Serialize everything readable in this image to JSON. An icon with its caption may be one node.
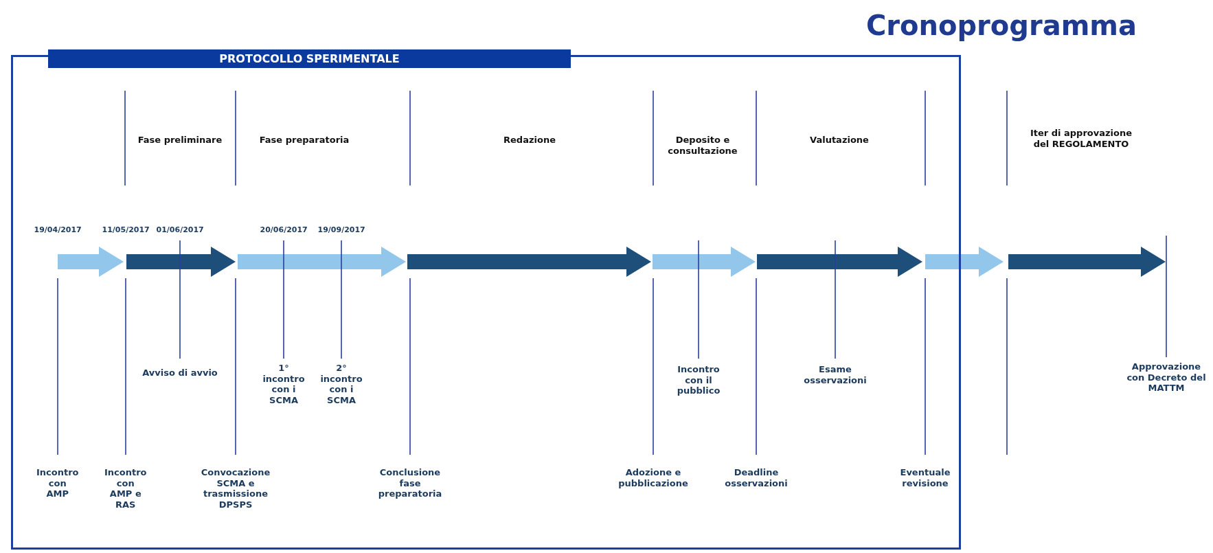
{
  "diagram": {
    "title": "Cronoprogramma",
    "nodes": [
      {
        "text": [
          "PROTOCOLLO SPERIMENTALE"
        ]
      }
    ],
    "edges": [],
    "labels": [
      "Fase preliminare",
      "Fase preparatoria",
      "Redazione",
      "Deposito e consultazione",
      "Valutazione",
      "Iter di approvazione del REGOLAMENTO",
      "19/04/2017",
      "11/05/2017",
      "01/06/2017",
      "20/06/2017",
      "19/09/2017",
      "Avviso di avvio",
      "1° incontro con i SCMA",
      "2° incontro con i SCMA",
      "Incontro con il pubblico",
      "Esame osservazioni",
      "Approvazione con Decreto del MATTM",
      "Incontro con AMP",
      "Incontro con AMP e RAS",
      "Convocazione SCMA e trasmissione DPSPS",
      "Conclusione fase preparatoria",
      "Adozione e pubblicazione",
      "Deadline osservazioni",
      "Eventuale revisione"
    ]
  }
}
